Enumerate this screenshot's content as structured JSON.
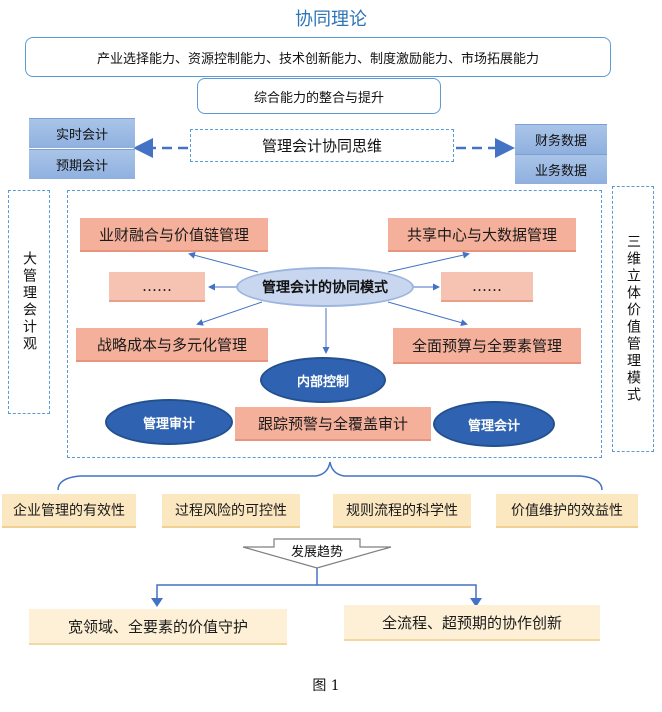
{
  "title": "协同理论",
  "capabilities": "产业选择能力、资源控制能力、技术创新能力、制度激励能力、市场拓展能力",
  "integration": "综合能力的整合与提升",
  "left_boxes": [
    "实时会计",
    "预期会计"
  ],
  "thinking": "管理会计协同思维",
  "right_boxes": [
    "财务数据",
    "业务数据"
  ],
  "left_view": "大管理会计观",
  "right_view": "三维立体价值管理模式",
  "center_mode": "管理会计的协同模式",
  "modules": {
    "top_left": "业财融合与价值链管理",
    "top_right": "共享中心与大数据管理",
    "mid_left": "……",
    "mid_right": "……",
    "bottom_left": "战略成本与多元化管理",
    "bottom_right": "全面预算与全要素管理",
    "tracking": "跟踪预警与全覆盖审计"
  },
  "ellipses": {
    "internal_control": "内部控制",
    "audit": "管理审计",
    "accounting": "管理会计"
  },
  "outcomes": [
    "企业管理的有效性",
    "过程风险的可控性",
    "规则流程的科学性",
    "价值维护的效益性"
  ],
  "trend": "发展趋势",
  "final": [
    "宽领域、全要素的价值守护",
    "全流程、超预期的协作创新"
  ],
  "caption": "图 1"
}
